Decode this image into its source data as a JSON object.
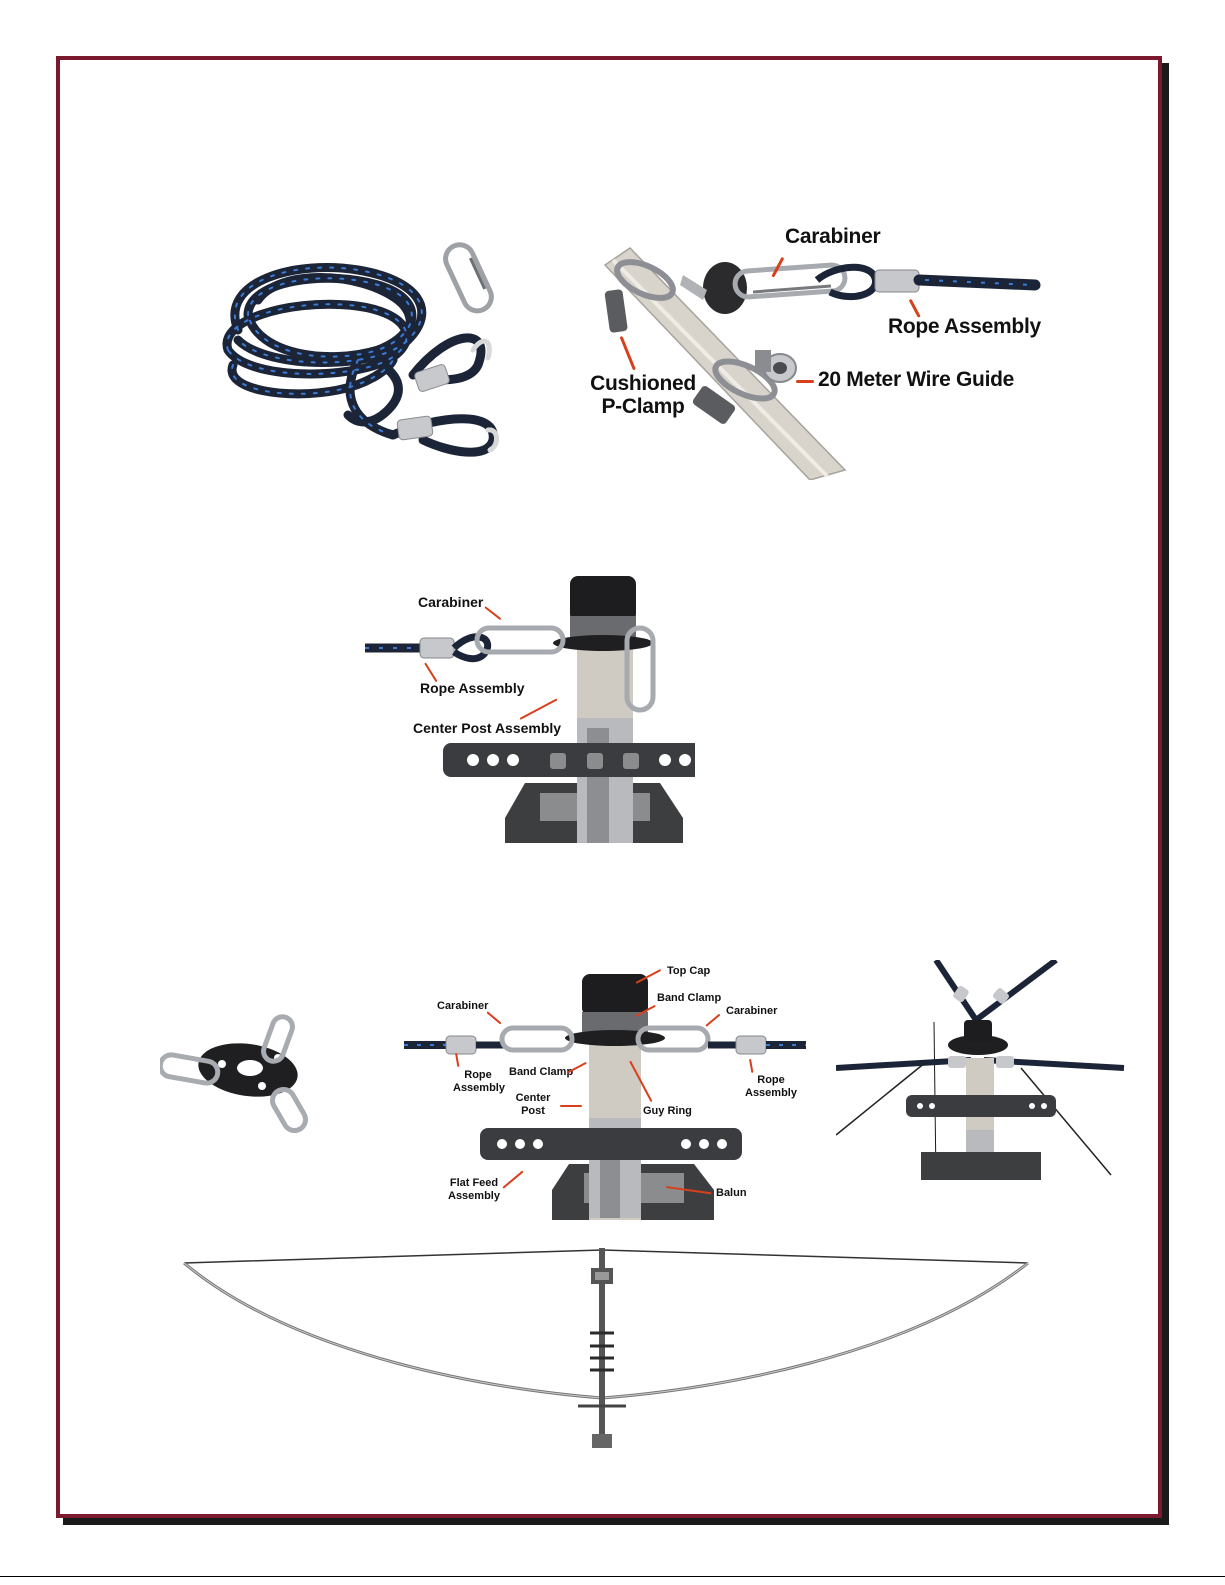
{
  "colors": {
    "frame": "#7b1a2e",
    "leader": "#d8401c",
    "rope": "#1f2a44",
    "metal": "#b9bcc2"
  },
  "figure1": {
    "icons": [
      "rope-coil-icon",
      "carabiner-icon"
    ]
  },
  "figure2": {
    "labels": {
      "carabiner": "Carabiner",
      "rope_assembly": "Rope Assembly",
      "cushioned": "Cushioned",
      "p_clamp": "P-Clamp",
      "wire_guide": "20 Meter Wire Guide"
    }
  },
  "figure3": {
    "labels": {
      "carabiner": "Carabiner",
      "rope_assembly": "Rope Assembly",
      "center_post": "Center Post Assembly"
    }
  },
  "figure5": {
    "labels": {
      "top_cap": "Top Cap",
      "band_clamp_top": "Band Clamp",
      "carabiner_left": "Carabiner",
      "carabiner_right": "Carabiner",
      "rope_left_1": "Rope",
      "rope_left_2": "Assembly",
      "band_clamp_mid": "Band Clamp",
      "center_1": "Center",
      "center_2": "Post",
      "guy_ring": "Guy Ring",
      "rope_right_1": "Rope",
      "rope_right_2": "Assembly",
      "flat_1": "Flat Feed",
      "flat_2": "Assembly",
      "balun": "Balun"
    }
  }
}
